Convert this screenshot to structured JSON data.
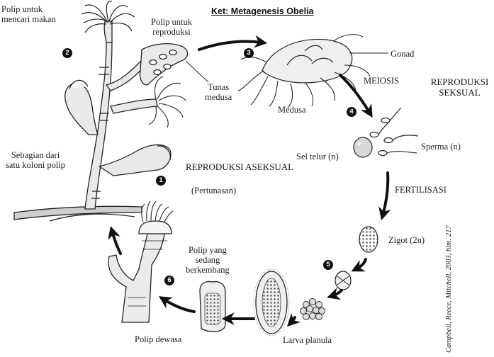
{
  "title": "Ket: Metagenesis Obelia",
  "labels": {
    "polip_makan": "Polip untuk\nmencari makan",
    "polip_reproduksi": "Polip untuk\nreproduksi",
    "tunas_medusa": "Tunas\nmedusa",
    "medusa": "Medusa",
    "gonad": "Gonad",
    "meiosis": "MEIOSIS",
    "reproduksi_seksual": "REPRODUKSI\nSEKSUAL",
    "sebagian_koloni": "Sebagian dari\nsatu koloni polip",
    "reproduksi_aseksual": "REPRODUKSI\nASEKSUAL",
    "pertunasan": "(Pertunasan)",
    "sel_telur": "Sel telur (n)",
    "sperma": "Sperma (n)",
    "fertilisasi": "FERTILISASI",
    "zigot": "Zigot (2n)",
    "polip_berkembang": "Polip yang\nsedang\nberkembang",
    "larva_planula": "Larva planula",
    "polip_dewasa": "Polip dewasa"
  },
  "stage_numbers": [
    "1",
    "2",
    "3",
    "4",
    "5",
    "6"
  ],
  "credit": "Campbell, Reece, Mitchell, 2003, hlm. 217",
  "icons": [
    "polyp-colony",
    "medusa",
    "egg",
    "sperm",
    "zygote",
    "blastula",
    "planula",
    "young-polyp",
    "adult-polyp",
    "cycle-arrow"
  ]
}
